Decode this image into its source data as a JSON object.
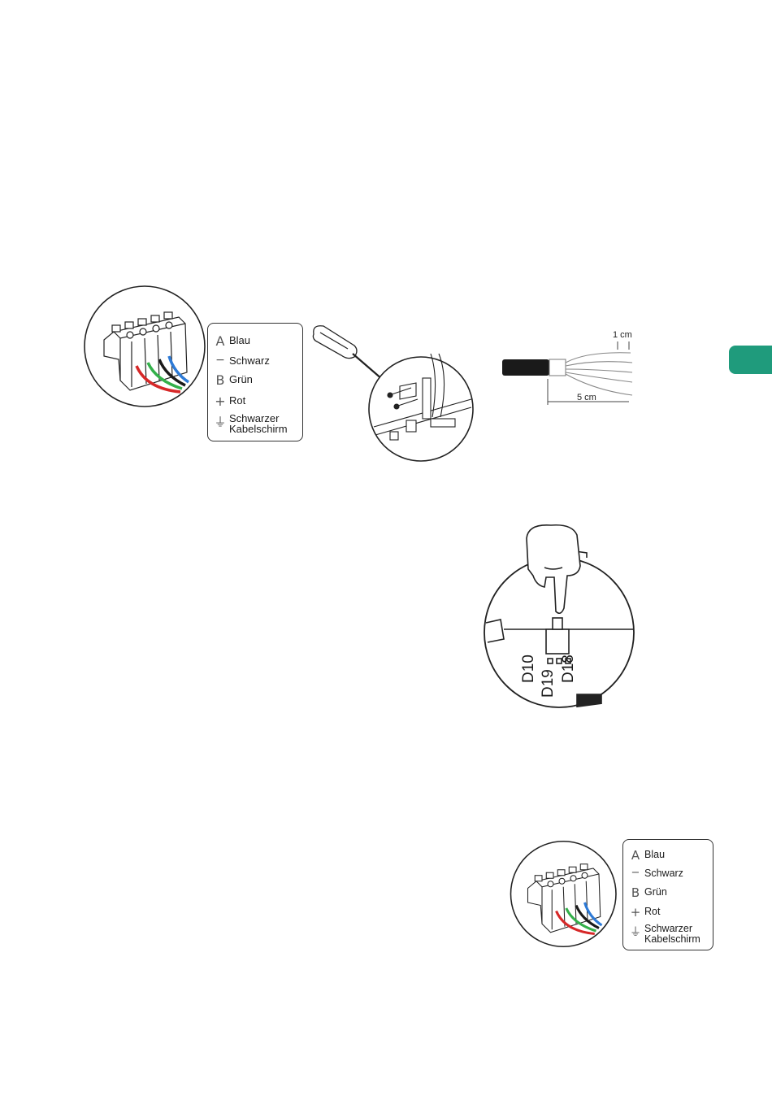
{
  "accent_color": "#1f9b7c",
  "wire_colors": {
    "blue": "#2d7ad6",
    "black": "#1a1a1a",
    "green": "#33b04a",
    "red": "#d62828"
  },
  "legend_top": {
    "items": [
      {
        "symbol": "A",
        "label": "Blau"
      },
      {
        "symbol": "−",
        "label": "Schwarz"
      },
      {
        "symbol": "B",
        "label": "Grün"
      },
      {
        "symbol": "+",
        "label": "Rot"
      },
      {
        "symbol": "⏚",
        "label": "Schwarzer",
        "label2": "Kabelschirm"
      }
    ]
  },
  "legend_bottom": {
    "items": [
      {
        "symbol": "A",
        "label": "Blau"
      },
      {
        "symbol": "−",
        "label": "Schwarz"
      },
      {
        "symbol": "B",
        "label": "Grün"
      },
      {
        "symbol": "+",
        "label": "Rot"
      },
      {
        "symbol": "⏚",
        "label": "Schwarzer",
        "label2": "Kabelschirm"
      }
    ]
  },
  "cable": {
    "strip_short": "1 cm",
    "strip_long": "5 cm"
  },
  "leds": {
    "left": "D10",
    "middle": "D19",
    "right": "D18"
  }
}
